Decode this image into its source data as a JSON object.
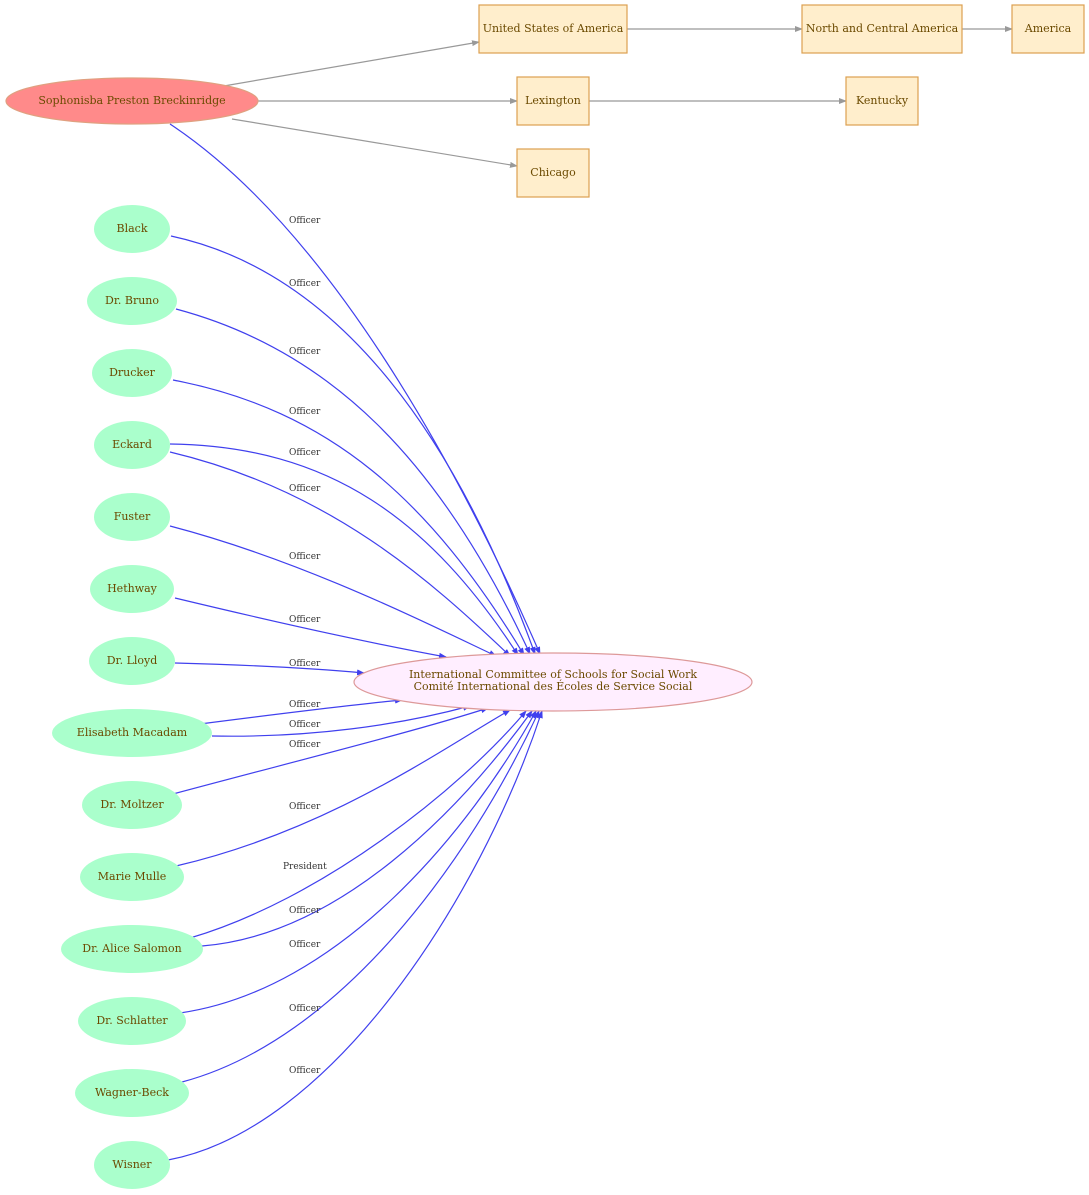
{
  "colors": {
    "person_main_fill": "#ff8a8a",
    "person_fill": "#aaffcc",
    "place_fill": "#ffeecc",
    "place_stroke": "#dda050",
    "org_fill": "#ffeeff",
    "org_stroke": "#dd9999",
    "edge_gray": "#999999",
    "edge_blue": "#4040ee"
  },
  "nodes": {
    "main_person": "Sophonisba Preston Breckinridge",
    "usa": "United States of America",
    "north_central_america": "North and Central America",
    "america": "America",
    "lexington": "Lexington",
    "kentucky": "Kentucky",
    "chicago": "Chicago",
    "org_line1": "International Committee of Schools for Social Work",
    "org_line2": "Comité International des Écoles de Service Social",
    "black": "Black",
    "bruno": "Dr. Bruno",
    "drucker": "Drucker",
    "eckard": "Eckard",
    "fuster": "Fuster",
    "hethway": "Hethway",
    "lloyd": "Dr. Lloyd",
    "macadam": "Elisabeth Macadam",
    "moltzer": "Dr. Moltzer",
    "mulle": "Marie Mulle",
    "salomon": "Dr. Alice Salomon",
    "schlatter": "Dr. Schlatter",
    "wagner_beck": "Wagner-Beck",
    "wisner": "Wisner"
  },
  "edge_labels": {
    "breckinridge": "Officer",
    "black": "Officer",
    "bruno": "Officer",
    "drucker": "Officer",
    "eckard_1": "Officer",
    "eckard_2": "Officer",
    "fuster": "Officer",
    "hethway": "Officer",
    "lloyd": "Officer",
    "macadam_1": "Officer",
    "macadam_2": "Officer",
    "moltzer": "Officer",
    "mulle": "Officer",
    "salomon_1": "President",
    "salomon_2": "Officer",
    "schlatter": "Officer",
    "wagner_beck": "Officer",
    "wisner": "Officer"
  }
}
